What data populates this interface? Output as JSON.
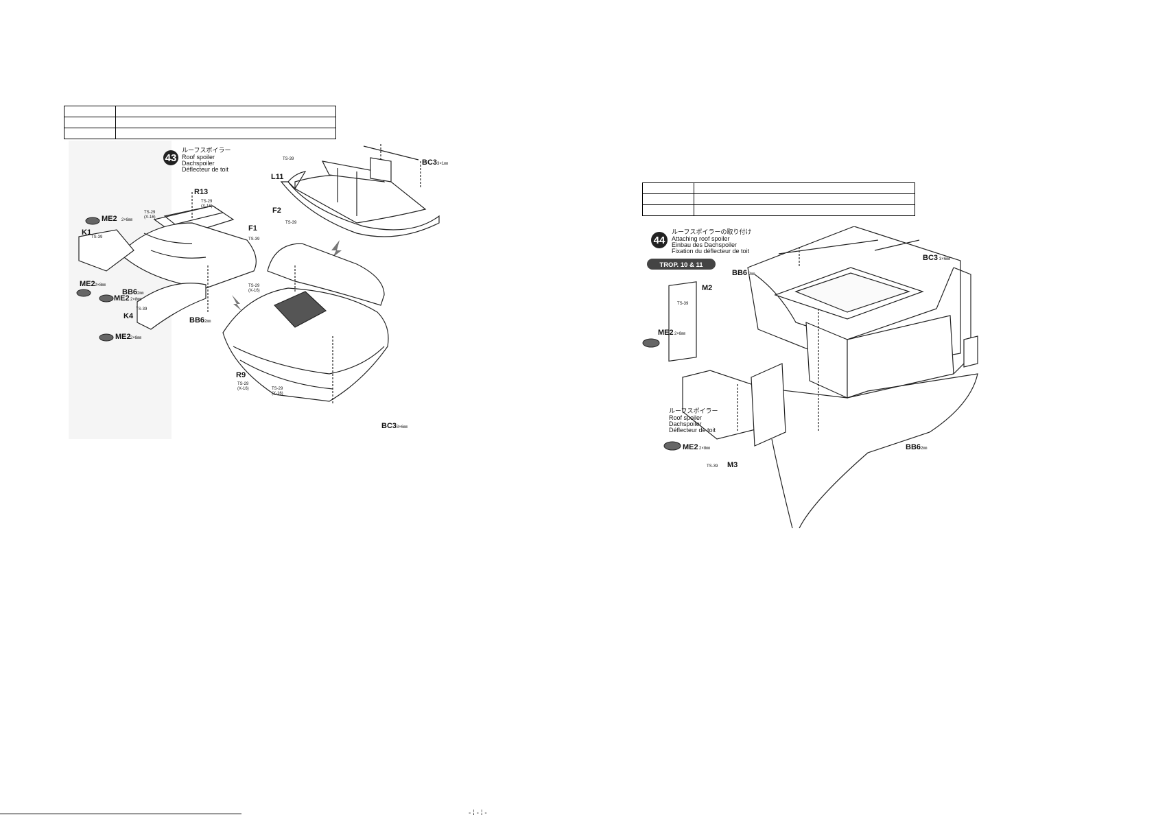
{
  "step43": {
    "number": "43",
    "title_jp": "ルーフスポイラー",
    "title_en": "Roof spoiler",
    "title_de": "Dachspoiler",
    "title_fr": "Déflecteur de toit",
    "labels": {
      "ts39_top": "TS-39",
      "bc3_top": "BC3",
      "bc3_top_size": "3×1㎜",
      "l11": "L11",
      "f2": "F2",
      "ts39_f2": "TS-39",
      "r13": "R13",
      "ts29_a": "TS-29",
      "x16_a": "(X-16)",
      "ts29_b": "TS-29",
      "x16_b": "(X-16)",
      "me2_a": "ME2",
      "me2_a_size": "2×8㎜",
      "k1": "K1",
      "ts39_k1": "TS-39",
      "f1": "F1",
      "ts39_f1": "TS-39",
      "me2_b": "ME2",
      "me2_b_size": "2×8㎜",
      "bb6_a": "BB6",
      "bb6_a_size": "2㎜",
      "ts29_c": "TS-29",
      "x16_c": "(X-16)",
      "me2_c": "ME2",
      "me2_c_size": "2×8㎜",
      "ts39_k4": "TS-39",
      "k4": "K4",
      "bb6_b": "BB6",
      "bb6_b_size": "2㎜",
      "me2_d": "ME2",
      "me2_d_size": "2×8㎜",
      "r9": "R9",
      "ts29_d": "TS-29",
      "x16_d": "(X-16)",
      "ts29_e": "TS-29",
      "x16_e": "(X-16)",
      "bc3_bottom": "BC3",
      "bc3_bottom_size": "3×6㎜"
    }
  },
  "step44": {
    "number": "44",
    "title_jp": "ルーフスポイラーの取り付け",
    "title_en": "Attaching roof spoiler",
    "title_de": "Einbau des Dachspoiler",
    "title_fr": "Fixation du déflecteur de toit",
    "trop": "TROP. 10 & 11",
    "labels": {
      "bc3": "BC3",
      "bc3_size": "3×6㎜",
      "bb6_top": "BB6",
      "bb6_top_size": "2㎜",
      "m2": "M2",
      "ts39_m2": "TS-39",
      "me2_a": "ME2",
      "me2_a_size": "2×8㎜",
      "spoiler_jp": "ルーフスポイラー",
      "spoiler_en": "Roof spoiler",
      "spoiler_de": "Dachspoiler",
      "spoiler_fr": "Déflecteur de toit",
      "me2_b": "ME2",
      "me2_b_size": "2×8㎜",
      "ts39_m3": "TS-39",
      "m3": "M3",
      "bb6_bottom": "BB6",
      "bb6_bottom_size": "2㎜"
    }
  },
  "footer": {
    "page_marks": "- ⁞ - ⁞ -"
  }
}
